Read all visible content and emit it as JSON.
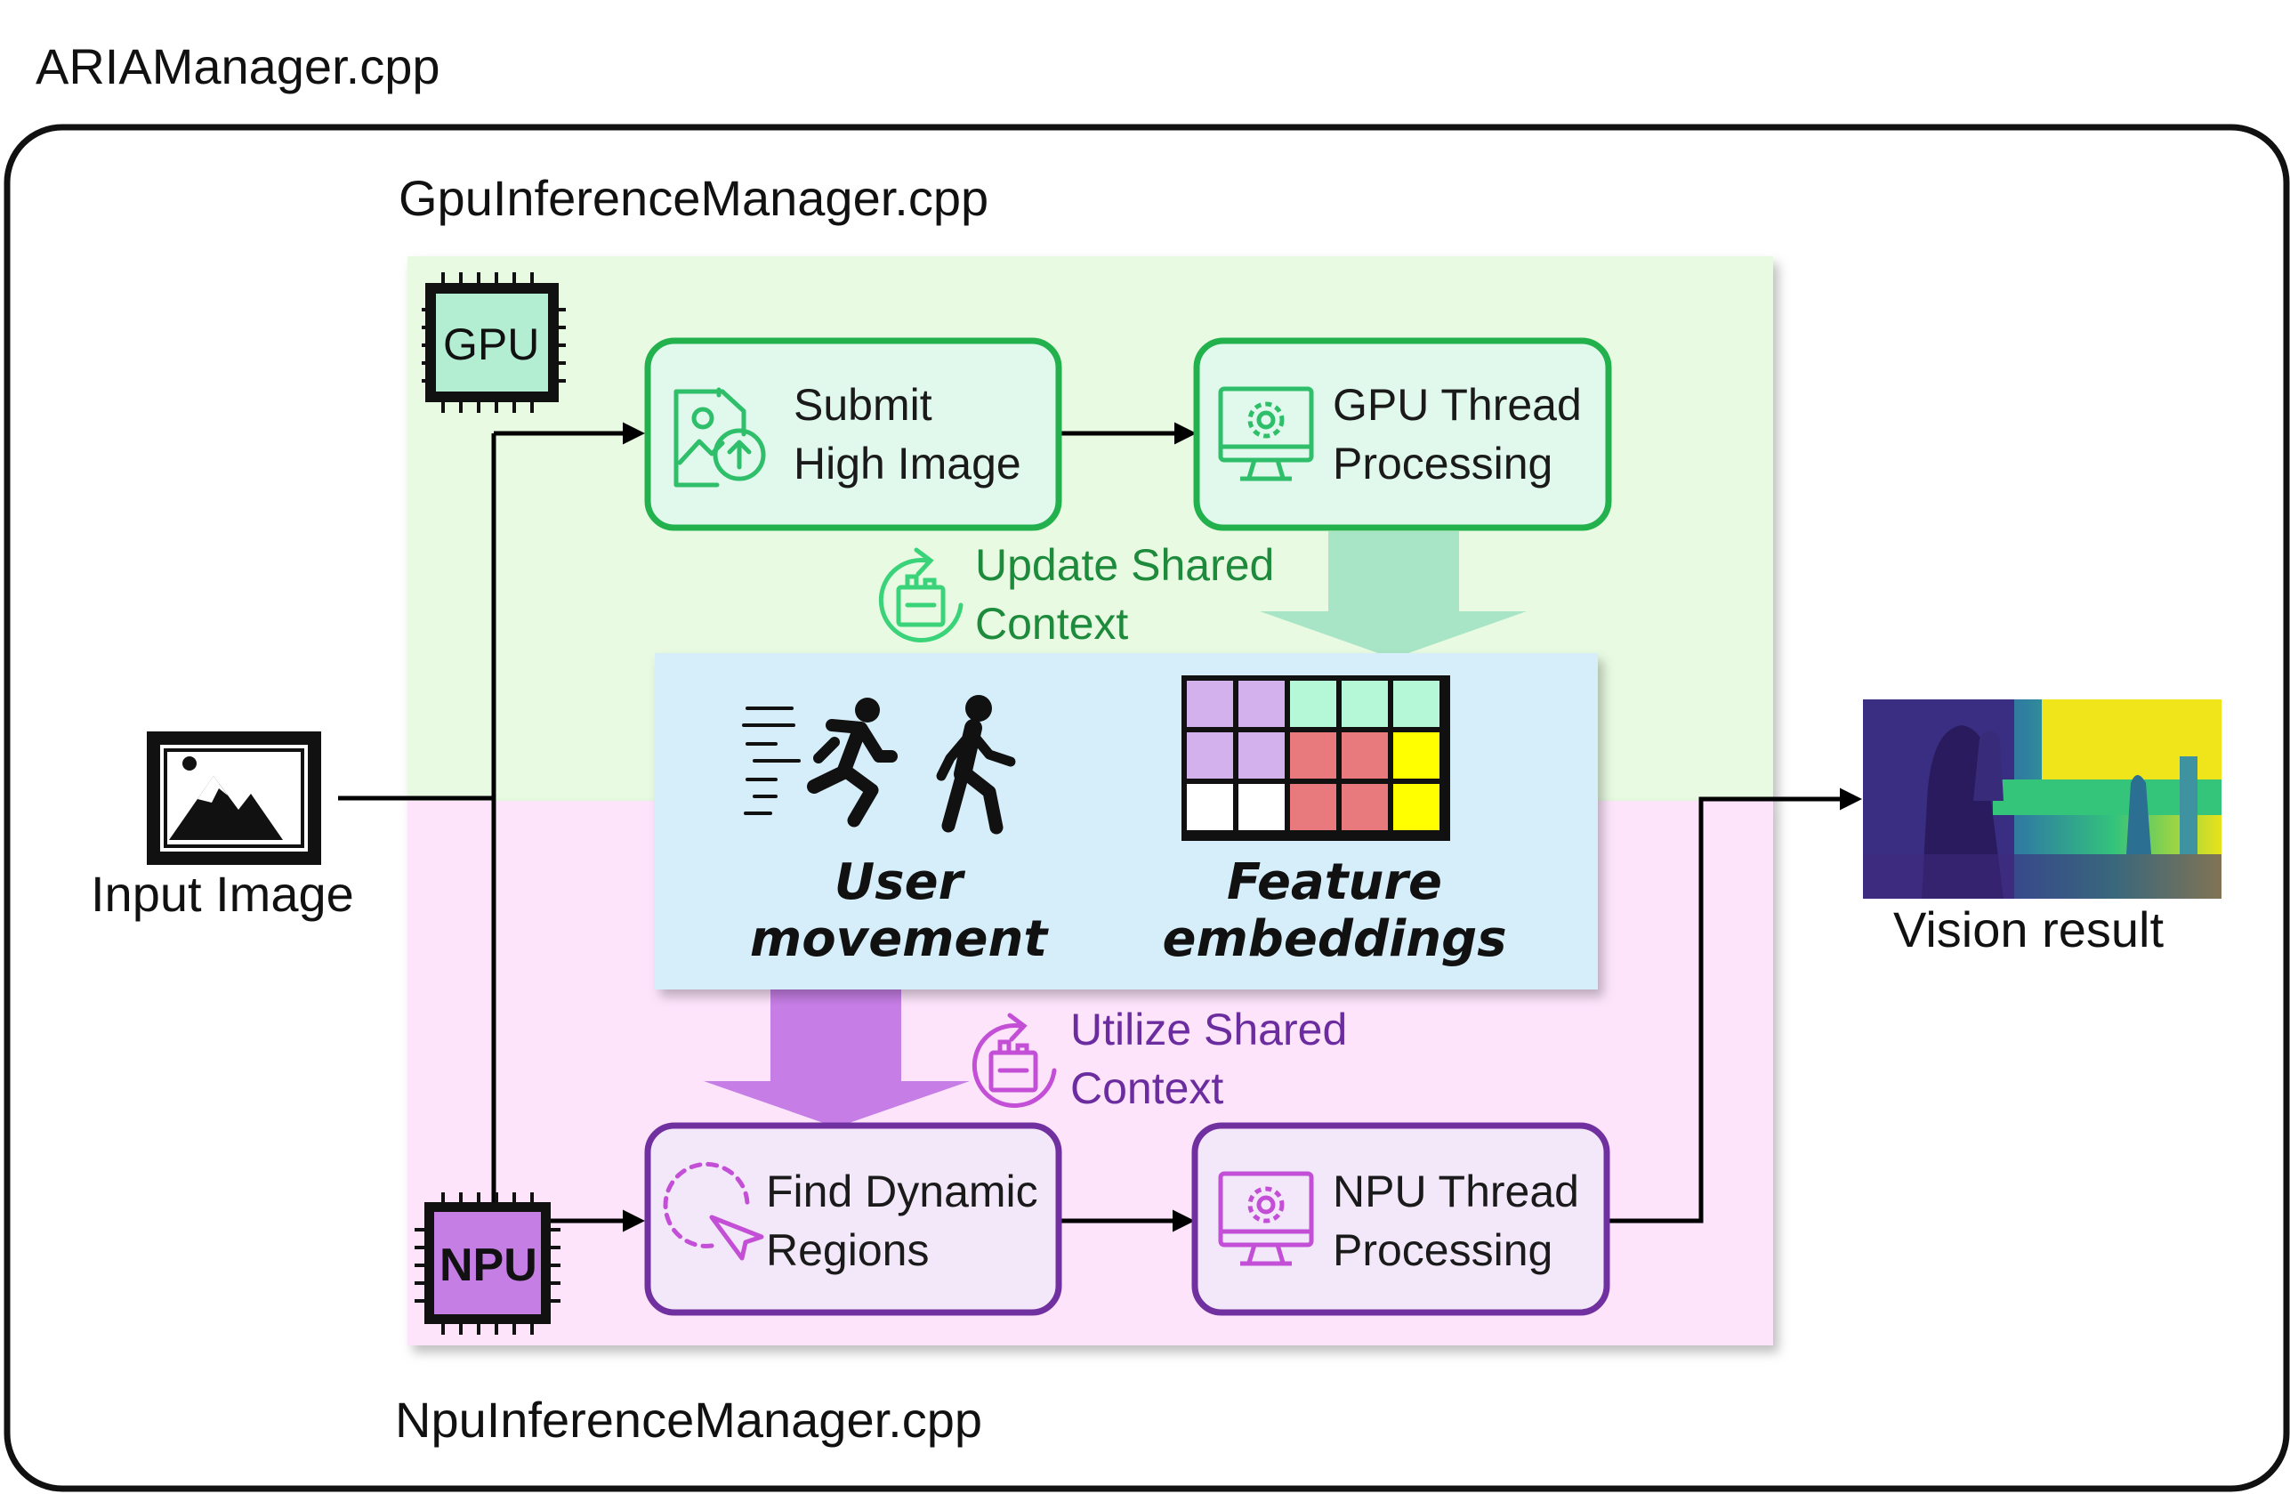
{
  "labels": {
    "aria_manager": "ARIAManager.cpp",
    "gpu_manager": "GpuInferenceManager.cpp",
    "npu_manager": "NpuInferenceManager.cpp",
    "input_image": "Input Image",
    "vision_result": "Vision result"
  },
  "chips": {
    "gpu": "GPU",
    "npu": "NPU"
  },
  "boxes": {
    "submit": {
      "line1": "Submit",
      "line2": "High Image"
    },
    "gpu_thread": {
      "line1": "GPU Thread",
      "line2": "Processing"
    },
    "find_dynamic": {
      "line1": "Find Dynamic",
      "line2": "Regions"
    },
    "npu_thread": {
      "line1": "NPU Thread",
      "line2": "Processing"
    }
  },
  "shared": {
    "update": {
      "line1": "Update Shared",
      "line2": "Context"
    },
    "utilize": {
      "line1": "Utilize Shared",
      "line2": "Context"
    },
    "user_movement": {
      "line1": "User",
      "line2": "movement"
    },
    "feature_embeddings": {
      "line1": "Feature",
      "line2": "embeddings"
    }
  },
  "colors": {
    "gpu_region": "#e8fbe2",
    "npu_region": "#fde4fb",
    "shared_panel": "#d6eefa",
    "gpu_accent": "#22b14c",
    "npu_accent": "#7030a0",
    "gpu_arrow": "#a8e5c6",
    "npu_arrow": "#c67ee6",
    "update_text": "#1e8a3c",
    "utilize_text": "#6a2c9e"
  },
  "embedding_grid": [
    [
      "#d3b1ec",
      "#d3b1ec",
      "#b5f8d7",
      "#b5f8d7",
      "#b5f8d7"
    ],
    [
      "#d3b1ec",
      "#d3b1ec",
      "#e87a7e",
      "#e87a7e",
      "#ffff00"
    ],
    [
      "#ffffff",
      "#ffffff",
      "#e87a7e",
      "#e87a7e",
      "#ffff00"
    ]
  ],
  "icons": {
    "input": "image-icon",
    "submit": "image-upload-icon",
    "gpu_thread": "monitor-gear-icon",
    "find_dynamic": "dashed-cursor-icon",
    "npu_thread": "monitor-gear-icon",
    "update": "refresh-cycle-icon",
    "utilize": "refresh-cycle-icon",
    "runner": "running-person-icon",
    "walker": "walking-person-icon",
    "vision": "depth-map-icon"
  }
}
